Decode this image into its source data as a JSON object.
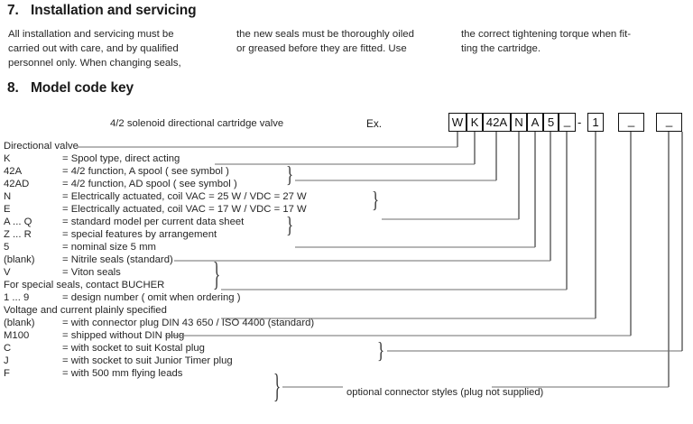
{
  "document": {
    "sections": [
      {
        "number": "7.",
        "title": "Installation and servicing"
      },
      {
        "number": "8.",
        "title": "Model code key"
      }
    ]
  },
  "intro": {
    "columns": [
      {
        "lines": [
          "All installation and servicing  must be",
          "carried out with care, and by qualified",
          "personnel only. When changing seals,"
        ]
      },
      {
        "lines": [
          "the new seals must be thoroughly oiled",
          "or greased before they are fitted. Use"
        ]
      },
      {
        "lines": [
          "the correct tightening torque when fit-",
          "ting the cartridge."
        ]
      }
    ]
  },
  "model_code": {
    "caption": "4/2 solenoid directional cartridge valve",
    "example_label": "Ex.",
    "boxes": [
      {
        "value": "W"
      },
      {
        "value": "K"
      },
      {
        "value": "42A"
      },
      {
        "value": "N"
      },
      {
        "value": "A"
      },
      {
        "value": "5"
      },
      {
        "value": "_"
      },
      {
        "value": "1"
      },
      {
        "value": "_"
      },
      {
        "value": "_"
      }
    ],
    "separator": "-"
  },
  "legend": {
    "rows": [
      {
        "key": "Directional valve",
        "value": "",
        "full": true
      },
      {
        "key": "K",
        "value": "= Spool type, direct acting"
      },
      {
        "key": "42A",
        "value": "= 4/2 function, A spool  ( see symbol )"
      },
      {
        "key": "42AD",
        "value": "= 4/2 function, AD spool  ( see symbol )"
      },
      {
        "key": "N",
        "value": "= Electrically actuated, coil VAC = 25 W /  VDC = 27 W"
      },
      {
        "key": "E",
        "value": "= Electrically actuated, coil VAC = 17 W /  VDC = 17 W"
      },
      {
        "key": "A ... Q",
        "value": "= standard model per current data sheet"
      },
      {
        "key": "Z ... R",
        "value": "= special features by arrangement"
      },
      {
        "key": "5",
        "value": "= nominal size 5 mm"
      },
      {
        "key": "(blank)",
        "value": "= Nitrile seals (standard)"
      },
      {
        "key": "V",
        "value": "= Viton seals"
      },
      {
        "key": "For special seals, contact BUCHER",
        "value": "",
        "full": true
      },
      {
        "key": "1 ... 9",
        "value": "= design number  ( omit when ordering )"
      },
      {
        "key": "Voltage and current plainly specified",
        "value": "",
        "full": true
      },
      {
        "key": "(blank)",
        "value": "= with connector plug DIN 43 650 / ISO 4400 (standard)"
      },
      {
        "key": "M100",
        "value": "= shipped without DIN plug"
      },
      {
        "key": "C",
        "value": "= with socket to suit Kostal plug"
      },
      {
        "key": "J",
        "value": "= with socket to suit Junior Timer plug"
      },
      {
        "key": "F",
        "value": "= with 500 mm flying leads"
      }
    ],
    "optional_note": "optional connector styles (plug not supplied)"
  },
  "colors": {
    "text": "#262626",
    "heading": "#1a1a1a",
    "rule_light": "#6e6e6e",
    "rule_dark": "#141414",
    "background": "#ffffff"
  }
}
